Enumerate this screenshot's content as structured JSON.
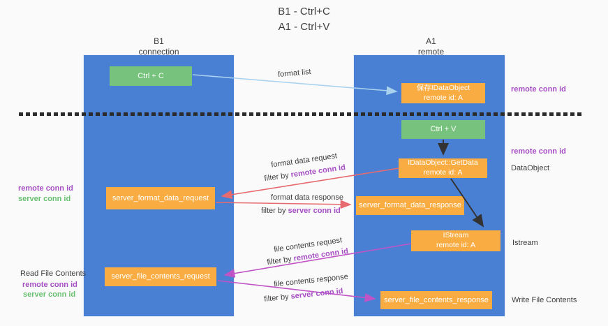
{
  "title": {
    "line1": "B1 - Ctrl+C",
    "line2": "A1 - Ctrl+V"
  },
  "columns": {
    "left": {
      "header_line1": "B1",
      "header_line2": "connection"
    },
    "right": {
      "header_line1": "A1",
      "header_line2": "remote"
    }
  },
  "nodes": {
    "ctrl_c": "Ctrl + C",
    "ctrl_v": "Ctrl + V",
    "save_dataobject_line1": "保存IDataObject",
    "save_dataobject_line2": "remote id: A",
    "getdata_line1": "IDataObject::GetData",
    "getdata_line2": "remote id: A",
    "istream_line1": "IStream",
    "istream_line2": "remote id: A",
    "format_request": "server_format_data_request",
    "format_response": "server_format_data_response",
    "file_request": "server_file_contents_request",
    "file_response": "server_file_contents_response"
  },
  "edge_labels": {
    "format_list": "format list",
    "format_data_request": "format data request",
    "format_data_response": "format data response",
    "file_contents_request": "file contents request",
    "file_contents_response": "file contents response",
    "filter_by": "filter by",
    "remote_conn_id": "remote conn id",
    "server_conn_id": "server conn id"
  },
  "side_labels": {
    "right_remote_conn_id_top": "remote conn id",
    "right_remote_conn_id_mid": "remote conn id",
    "right_dataobject": "DataObject",
    "right_istream": "Istream",
    "right_write_file_contents": "Write File Contents",
    "left_remote_conn_id_top": "remote conn id",
    "left_server_conn_id_top": "server conn id",
    "left_read_file_contents": "Read File Contents",
    "left_remote_conn_id_bottom": "remote conn id",
    "left_server_conn_id_bottom": "server conn id"
  },
  "colors": {
    "lifeline_blue": "#4a80d4",
    "node_green": "#77c27c",
    "node_orange": "#f9ac42",
    "arrow_red": "#e66a6e",
    "arrow_magenta": "#c053c5",
    "arrow_lightblue": "#a9d2ee",
    "arrow_black": "#333333",
    "text_purple": "#a64fc4",
    "text_green": "#68bf6f"
  }
}
